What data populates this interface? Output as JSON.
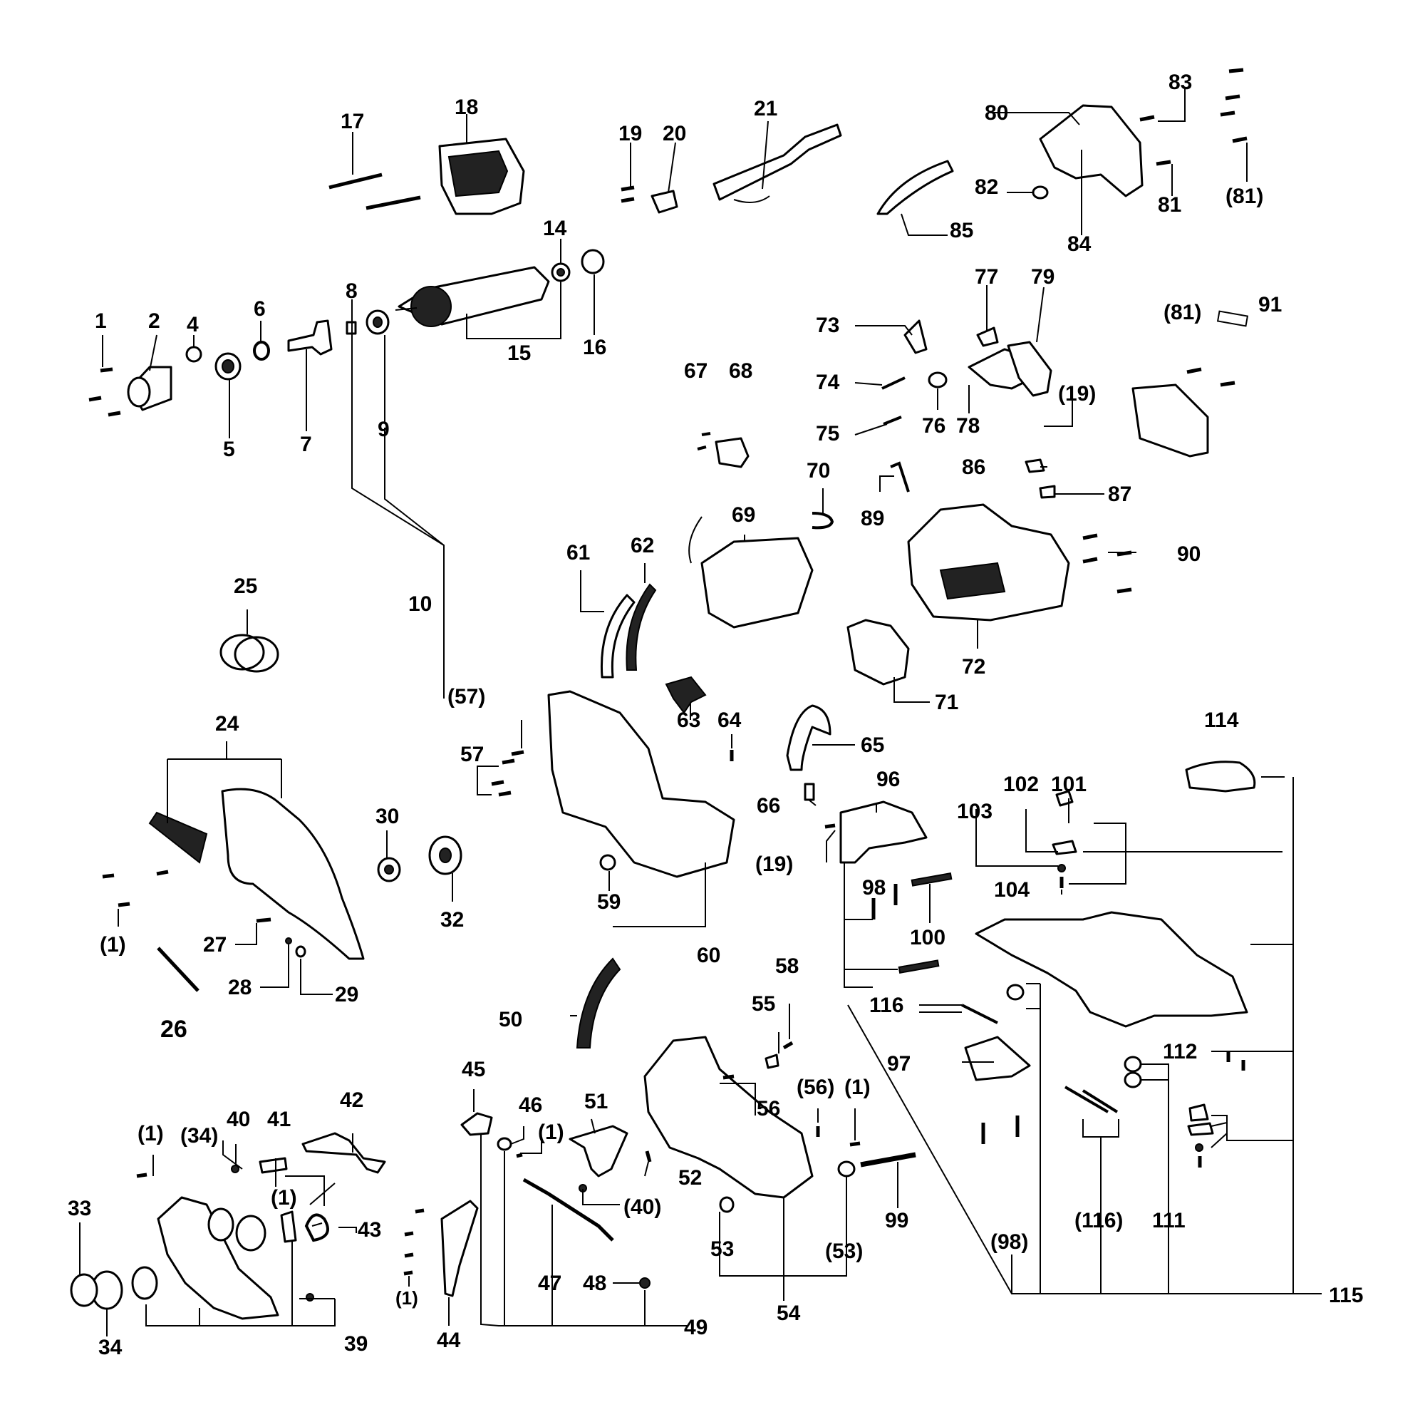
{
  "labels": {
    "l1": "1",
    "l2": "2",
    "l4": "4",
    "l5": "5",
    "l6": "6",
    "l7": "7",
    "l8": "8",
    "l9": "9",
    "l10": "10",
    "l14": "14",
    "l15": "15",
    "l16": "16",
    "l17": "17",
    "l18": "18",
    "l19": "19",
    "l20": "20",
    "l21": "21",
    "l24": "24",
    "l25": "25",
    "l26": "26",
    "l27": "27",
    "l28": "28",
    "l29": "29",
    "l30": "30",
    "l32": "32",
    "l33": "33",
    "l34": "34",
    "l34p": "(34)",
    "l39": "39",
    "l40": "40",
    "l40p": "(40)",
    "l41": "41",
    "l42": "42",
    "l43": "43",
    "l44": "44",
    "l45": "45",
    "l46": "46",
    "l47": "47",
    "l48": "48",
    "l49": "49",
    "l50": "50",
    "l51": "51",
    "l52": "52",
    "l53": "53",
    "l53p": "(53)",
    "l54": "54",
    "l55": "55",
    "l56": "56",
    "l56p": "(56)",
    "l57": "57",
    "l57p": "(57)",
    "l58": "58",
    "l59": "59",
    "l60": "60",
    "l61": "61",
    "l62": "62",
    "l63": "63",
    "l64": "64",
    "l65": "65",
    "l66": "66",
    "l67": "67",
    "l68": "68",
    "l69": "69",
    "l70": "70",
    "l71": "71",
    "l72": "72",
    "l73": "73",
    "l74": "74",
    "l75": "75",
    "l76": "76",
    "l77": "77",
    "l78": "78",
    "l79": "79",
    "l80": "80",
    "l81": "81",
    "l81p": "(81)",
    "l81p2": "(81)",
    "l82": "82",
    "l83": "83",
    "l84": "84",
    "l85": "85",
    "l86": "86",
    "l87": "87",
    "l89": "89",
    "l90": "90",
    "l91": "91",
    "l96": "96",
    "l97": "97",
    "l98": "98",
    "l98p": "(98)",
    "l99": "99",
    "l100": "100",
    "l101": "101",
    "l102": "102",
    "l103": "103",
    "l104": "104",
    "l111": "111",
    "l112": "112",
    "l114": "114",
    "l115": "115",
    "l116": "116",
    "l116p": "(116)",
    "l19p": "(19)",
    "l19p2": "(19)",
    "l1p_a": "(1)",
    "l1p_b": "(1)",
    "l1p_c": "(1)",
    "l1p_d": "(1)",
    "l1p_e": "(1)",
    "l1p_f": "(1)"
  }
}
